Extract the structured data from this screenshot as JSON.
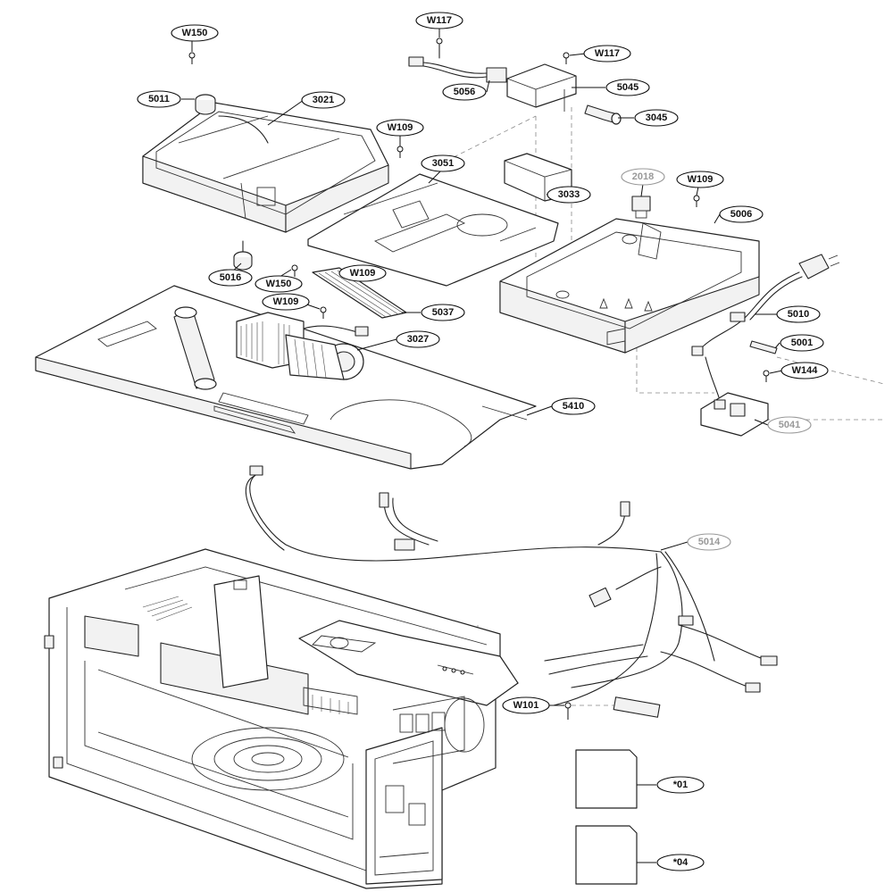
{
  "callouts": {
    "w150_top": "W150",
    "w117_left": "W117",
    "w117_right": "W117",
    "p5011": "5011",
    "p3021": "3021",
    "p5056": "5056",
    "p5045": "5045",
    "p3045": "3045",
    "w109_a": "W109",
    "p3051": "3051",
    "p3033": "3033",
    "p2018": "2018",
    "w109_b": "W109",
    "p5006": "5006",
    "p5016": "5016",
    "w150_b": "W150",
    "w109_c": "W109",
    "w109_d": "W109",
    "p5037": "5037",
    "p5010": "5010",
    "p3027": "3027",
    "p5001": "5001",
    "w144": "W144",
    "p5041": "5041",
    "p5410": "5410",
    "p5014": "5014",
    "w101": "W101",
    "s01": "*01",
    "s04": "*04"
  },
  "colors": {
    "line": "#222222",
    "faded_callout": "#999999",
    "background": "#ffffff"
  }
}
